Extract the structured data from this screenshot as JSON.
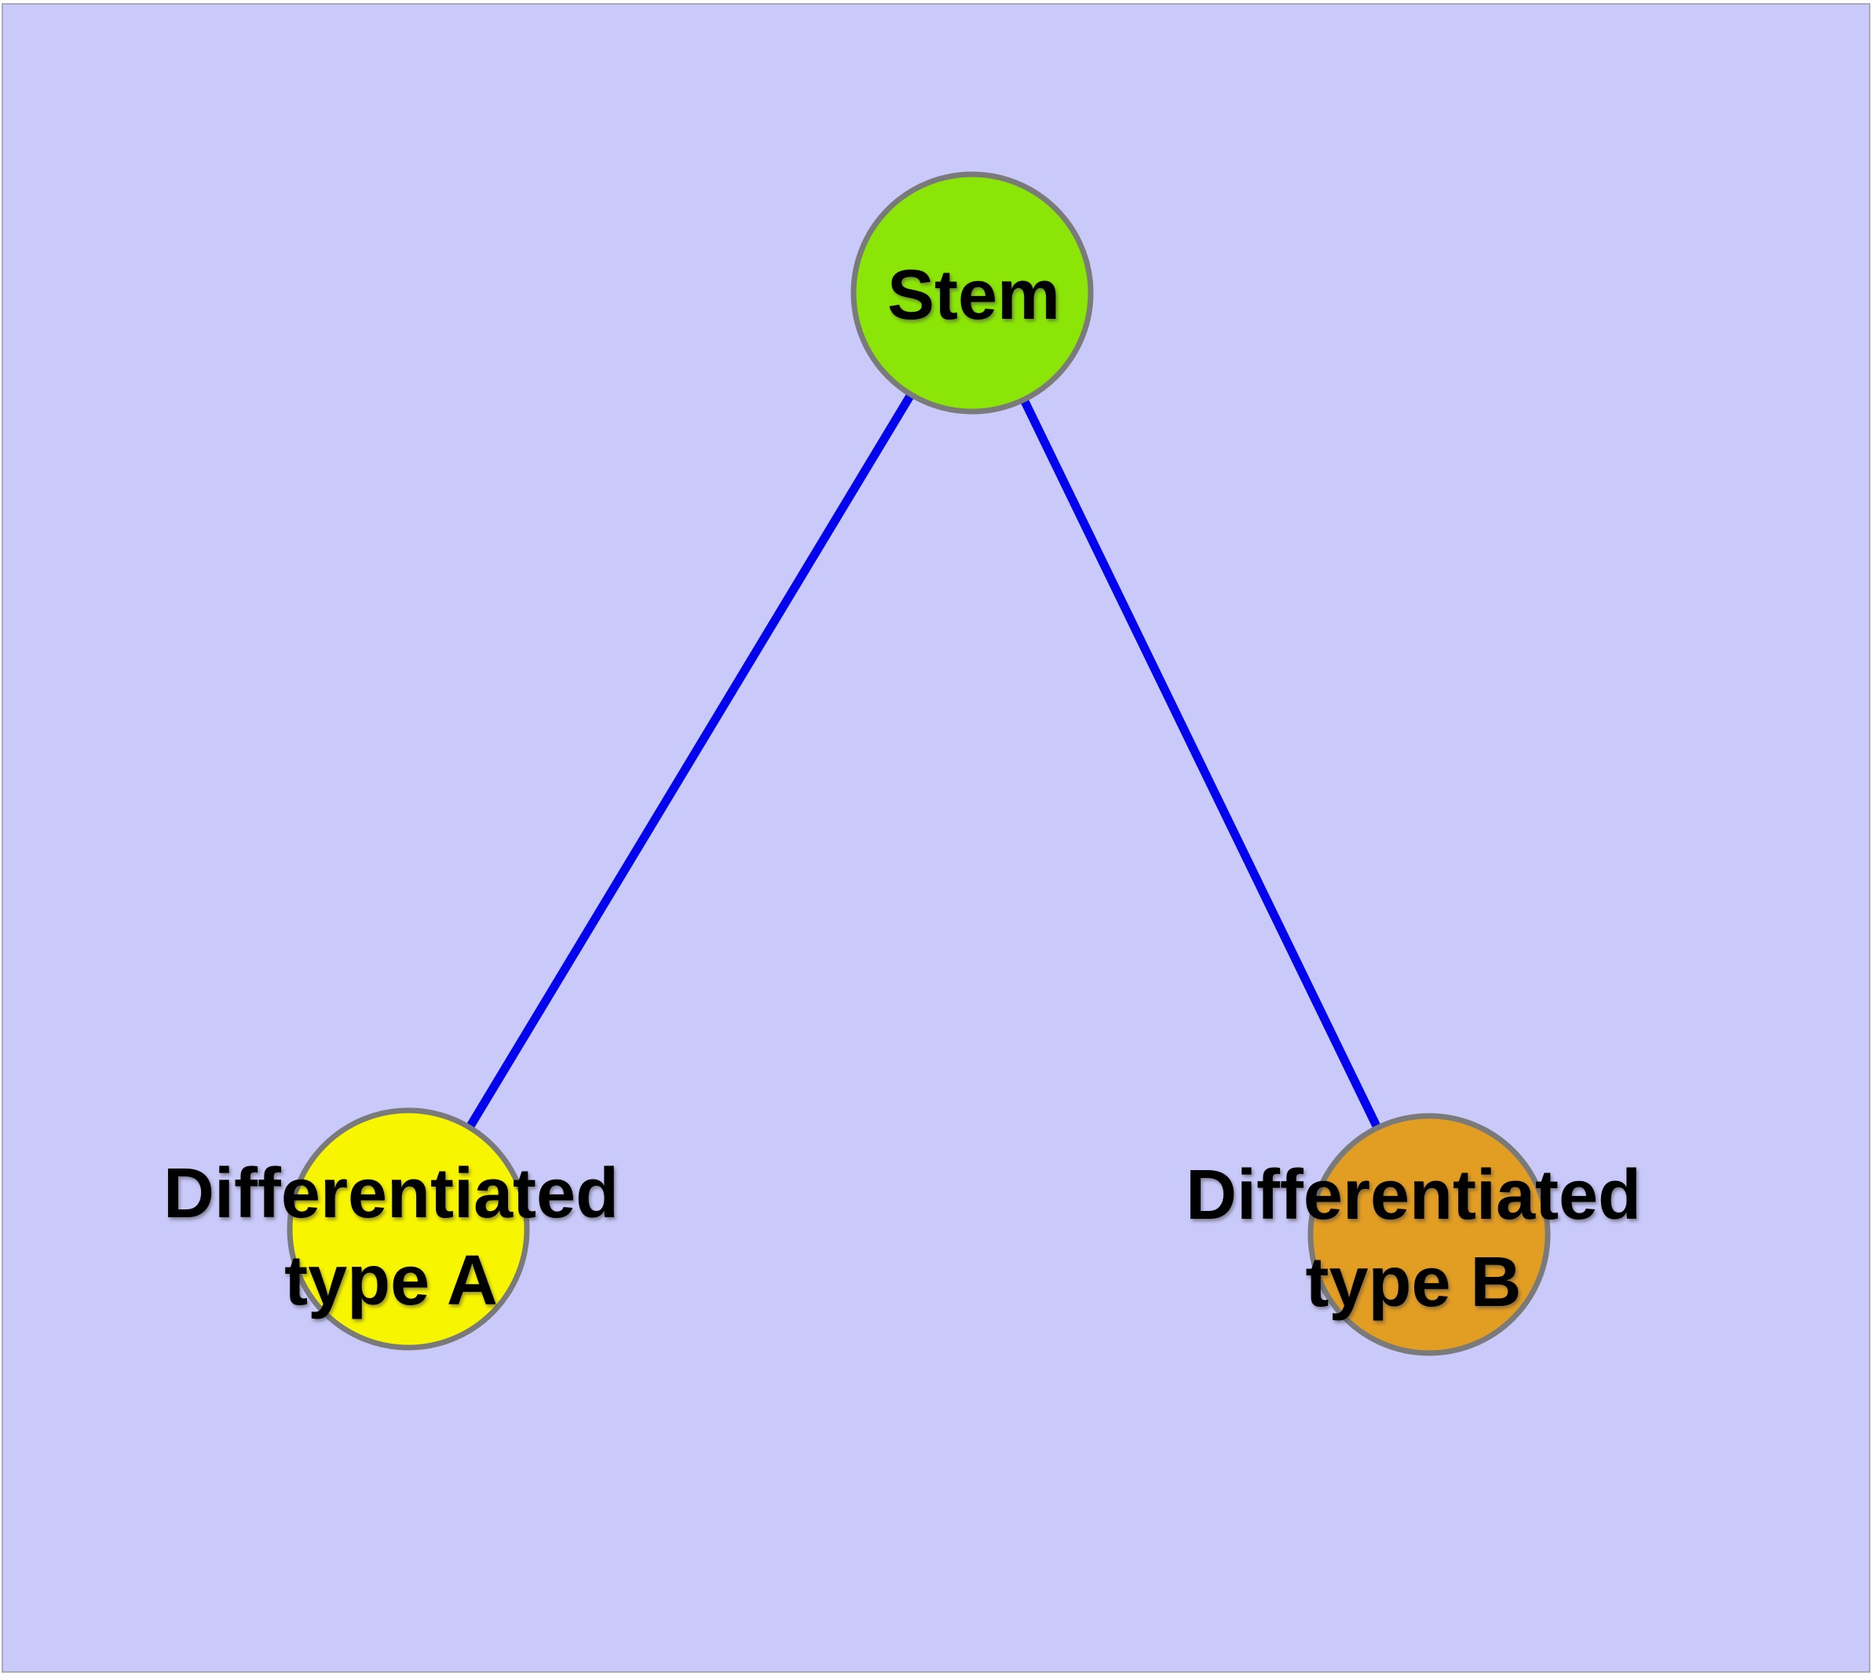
{
  "figure": {
    "description": "Cell differentiation graph",
    "background_color": "#c9c9fa",
    "edge_color": "#0303ee",
    "node_border_color": "#7a7a7a",
    "text_color": "#000000",
    "nodes": [
      {
        "id": "stem",
        "label": "Stem",
        "fill": "#8be607"
      },
      {
        "id": "differentiated-type-a",
        "label_line1": "Differentiated",
        "label_line2": "type A",
        "fill": "#f8f501"
      },
      {
        "id": "differentiated-type-b",
        "label_line1": "Differentiated",
        "label_line2": "type B",
        "fill": "#e29d23"
      }
    ],
    "edges": [
      {
        "from": "Stem",
        "to": "Differentiated type A"
      },
      {
        "from": "Stem",
        "to": "Differentiated type B"
      }
    ]
  }
}
